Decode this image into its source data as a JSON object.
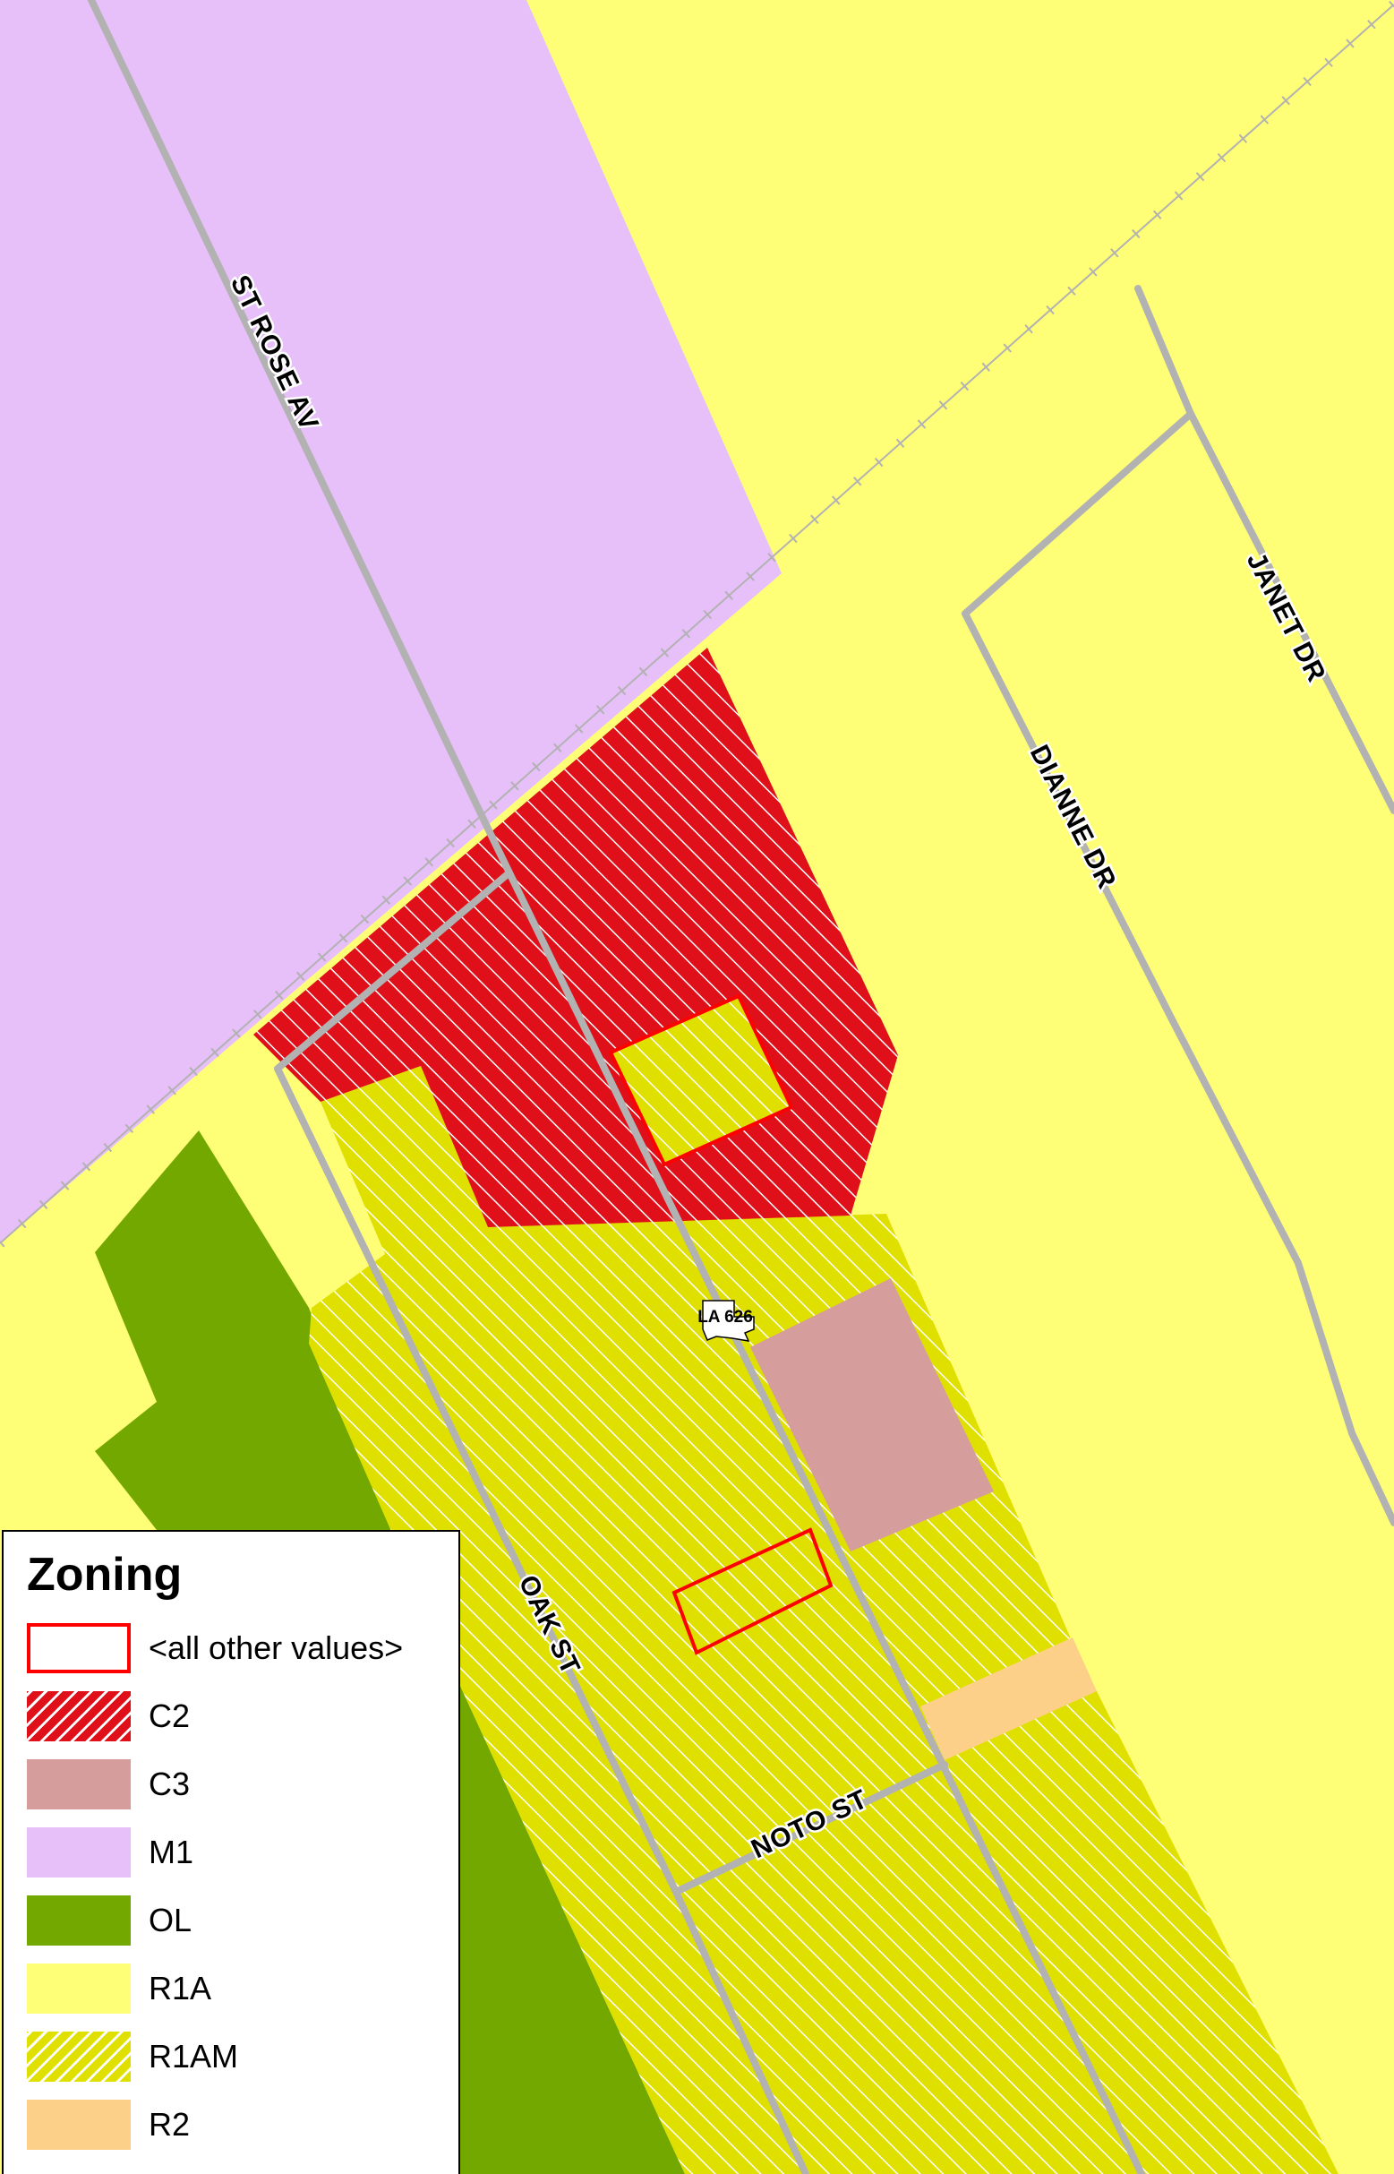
{
  "map": {
    "colors": {
      "R1A": "#ffff77",
      "R1AM": "#e0e000",
      "C2": "#e0101a",
      "C3": "#d59d9c",
      "M1": "#e7bff9",
      "OL": "#73a800",
      "R2": "#fdd089",
      "road": "#b2b2b2",
      "outline": "#ff0000",
      "railroad": "#b2b2b2"
    },
    "streets": [
      {
        "name": "ST ROSE AV"
      },
      {
        "name": "JANET DR"
      },
      {
        "name": "DIANNE DR"
      },
      {
        "name": "OAK ST"
      },
      {
        "name": "NOTO ST"
      }
    ],
    "shield": {
      "label": "LA 626",
      "icon": "louisiana-state-route-shield-icon"
    }
  },
  "legend": {
    "title": "Zoning",
    "items": [
      {
        "label": "<all other values>",
        "color": "#ffffff",
        "outline": "#ff0000",
        "pattern": "none"
      },
      {
        "label": "C2",
        "color": "#e0101a",
        "pattern": "hatch"
      },
      {
        "label": "C3",
        "color": "#d59d9c",
        "pattern": "none"
      },
      {
        "label": "M1",
        "color": "#e7bff9",
        "pattern": "none"
      },
      {
        "label": "OL",
        "color": "#73a800",
        "pattern": "none"
      },
      {
        "label": "R1A",
        "color": "#ffff77",
        "pattern": "none"
      },
      {
        "label": "R1AM",
        "color": "#e0e000",
        "pattern": "hatch"
      },
      {
        "label": "R2",
        "color": "#fdd089",
        "pattern": "none"
      }
    ]
  }
}
